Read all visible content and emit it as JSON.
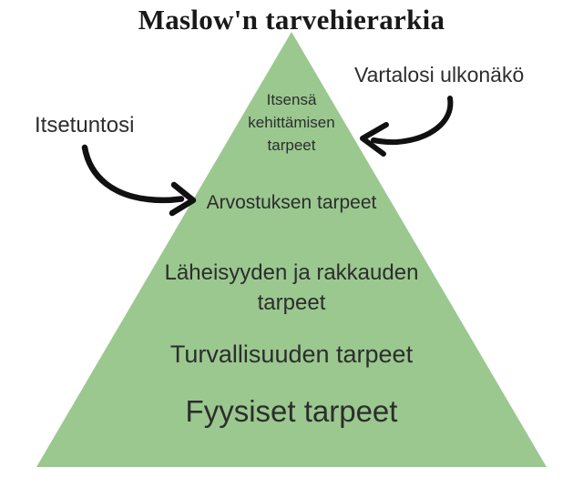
{
  "title": "Maslow'n tarvehierarkia",
  "colors": {
    "pyramid_green": "#9ac88f",
    "text_dark": "#2d2d2d",
    "arrow_black": "#111111"
  },
  "pyramid": {
    "levels": [
      {
        "lines": [
          "Itsensä",
          "kehittämisen",
          "tarpeet"
        ]
      },
      {
        "lines": [
          "Arvostuksen tarpeet"
        ]
      },
      {
        "lines": [
          "Läheisyyden ja rakkauden",
          "tarpeet"
        ]
      },
      {
        "lines": [
          "Turvallisuuden tarpeet"
        ]
      },
      {
        "lines": [
          "Fyysiset tarpeet"
        ]
      }
    ]
  },
  "annotations": {
    "left": {
      "label": "Itsetuntosi"
    },
    "right": {
      "label": "Vartalosi ulkonäkö"
    }
  }
}
